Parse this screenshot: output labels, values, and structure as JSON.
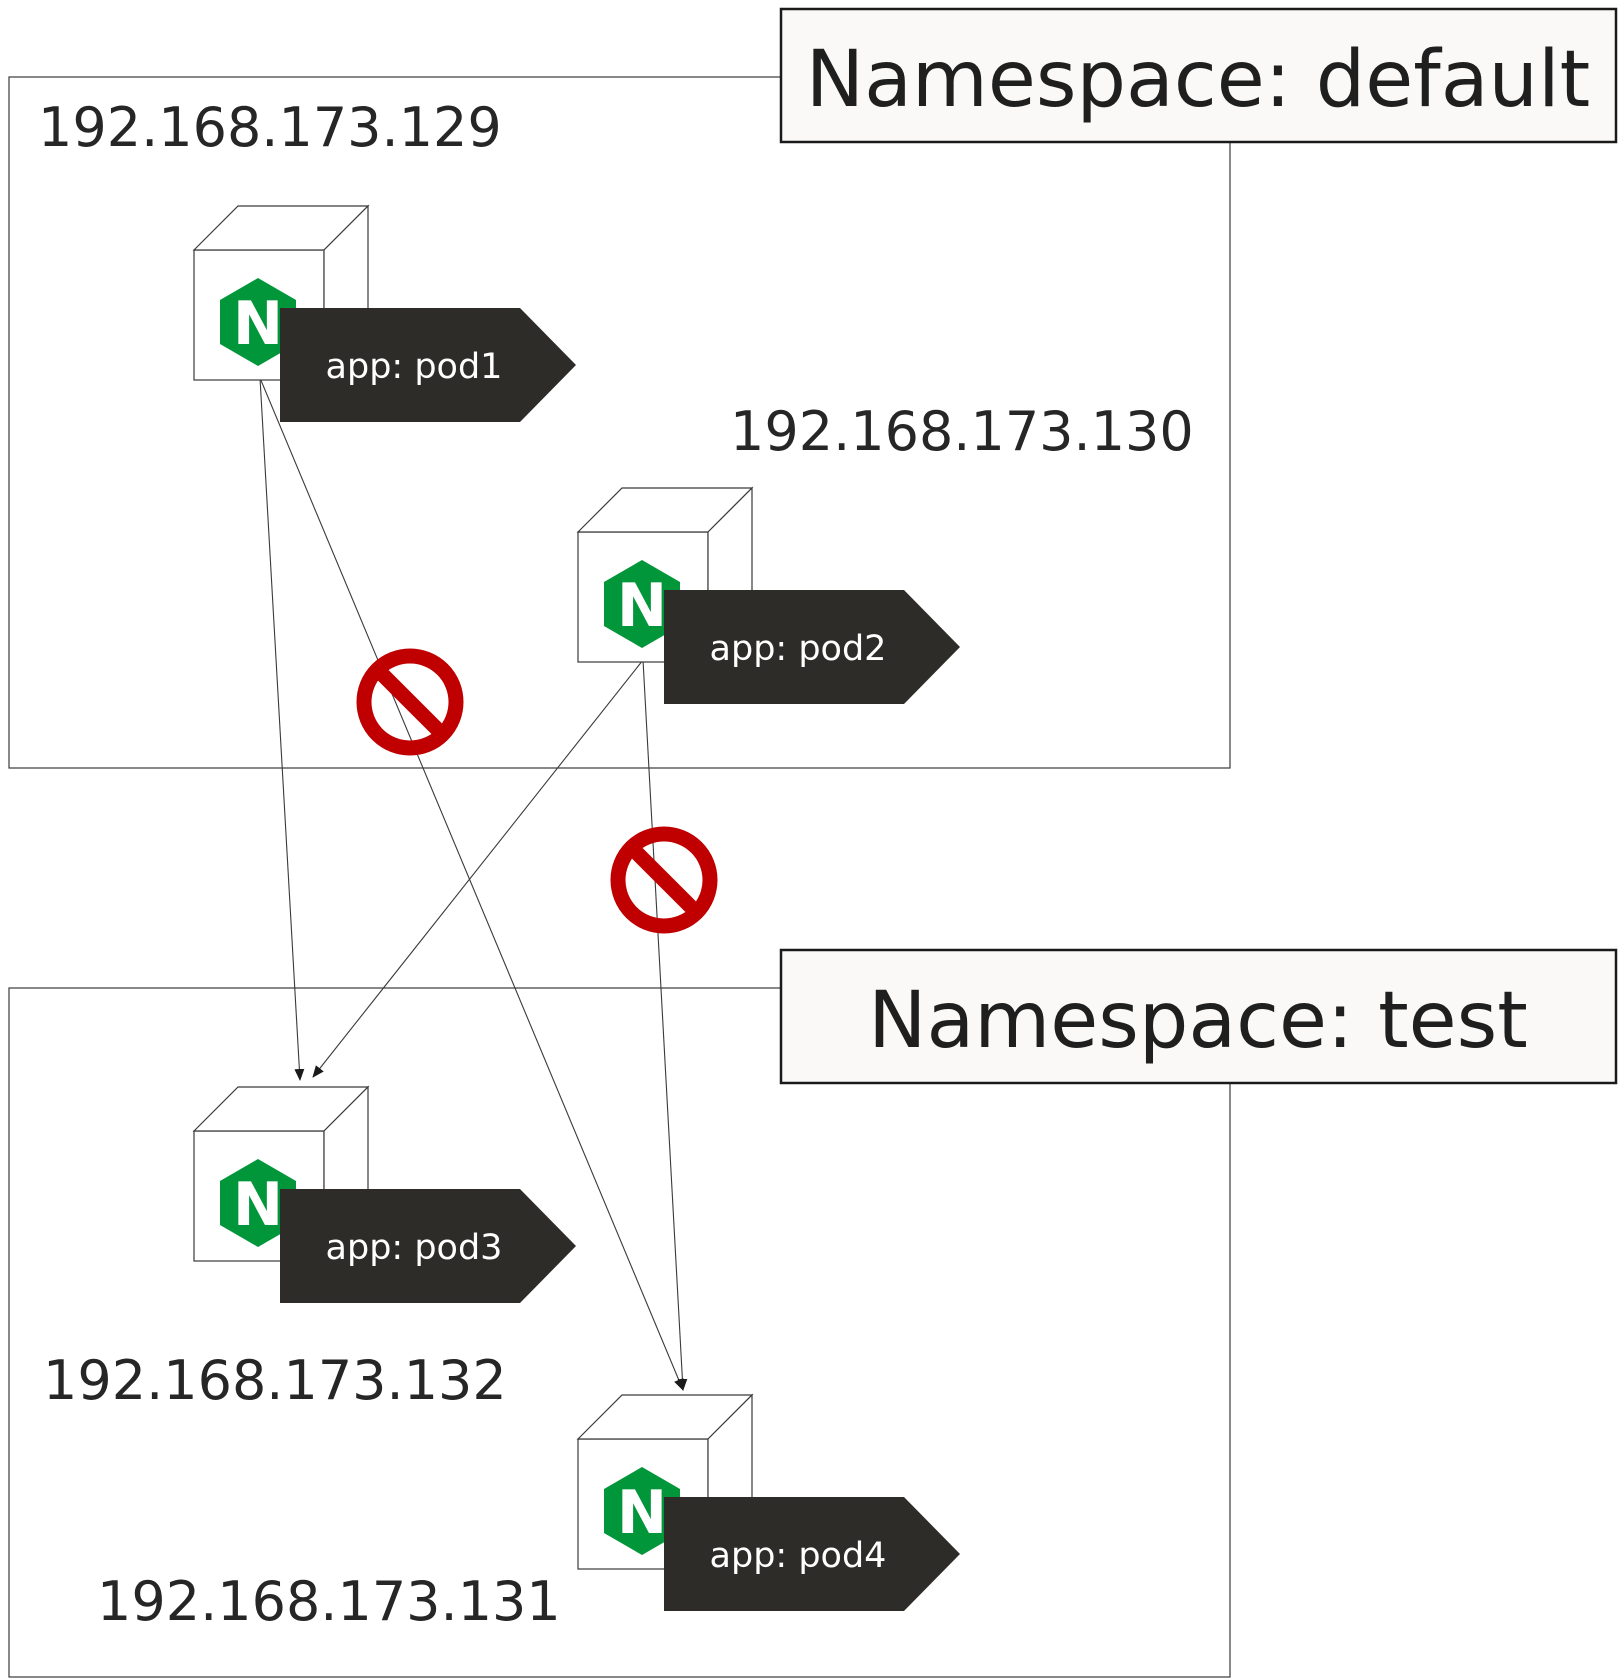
{
  "namespaces": {
    "default": {
      "title": "Namespace: default"
    },
    "test": {
      "title": "Namespace: test"
    }
  },
  "ips": {
    "pod1": "192.168.173.129",
    "pod2": "192.168.173.130",
    "pod3": "192.168.173.132",
    "pod4": "192.168.173.131"
  },
  "pods": {
    "pod1": {
      "tag": "app: pod1",
      "logo_letter": "N"
    },
    "pod2": {
      "tag": "app: pod2",
      "logo_letter": "N"
    },
    "pod3": {
      "tag": "app: pod3",
      "logo_letter": "N"
    },
    "pod4": {
      "tag": "app: pod4",
      "logo_letter": "N"
    }
  },
  "connections": [
    {
      "from": "pod1",
      "to": "pod3",
      "status": "allowed"
    },
    {
      "from": "pod2",
      "to": "pod3",
      "status": "allowed"
    },
    {
      "from": "pod1",
      "to": "pod4",
      "status": "blocked"
    },
    {
      "from": "pod2",
      "to": "pod4",
      "status": "blocked"
    }
  ],
  "colors": {
    "nginx_green": "#009639",
    "tag_fill": "#2e2c29",
    "blocked_red": "#c00000",
    "namespace_label_bg": "#faf9f7"
  }
}
